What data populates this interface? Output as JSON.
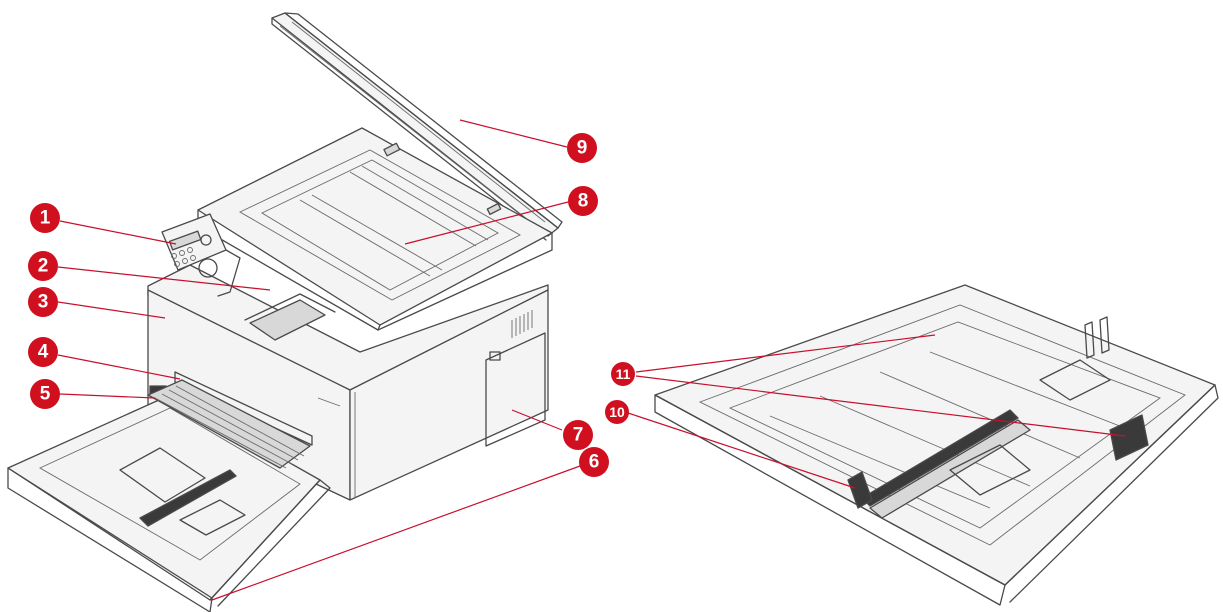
{
  "caption": "",
  "callouts": [
    {
      "id": "1",
      "label": "1"
    },
    {
      "id": "2",
      "label": "2"
    },
    {
      "id": "3",
      "label": "3"
    },
    {
      "id": "4",
      "label": "4"
    },
    {
      "id": "5",
      "label": "5"
    },
    {
      "id": "6",
      "label": "6"
    },
    {
      "id": "7",
      "label": "7"
    },
    {
      "id": "8",
      "label": "8"
    },
    {
      "id": "9",
      "label": "9"
    },
    {
      "id": "10",
      "label": "10"
    },
    {
      "id": "11",
      "label": "11"
    }
  ],
  "colors": {
    "callout": "#d0101e",
    "line_art": "#4a4a4a",
    "background": "#ffffff"
  }
}
